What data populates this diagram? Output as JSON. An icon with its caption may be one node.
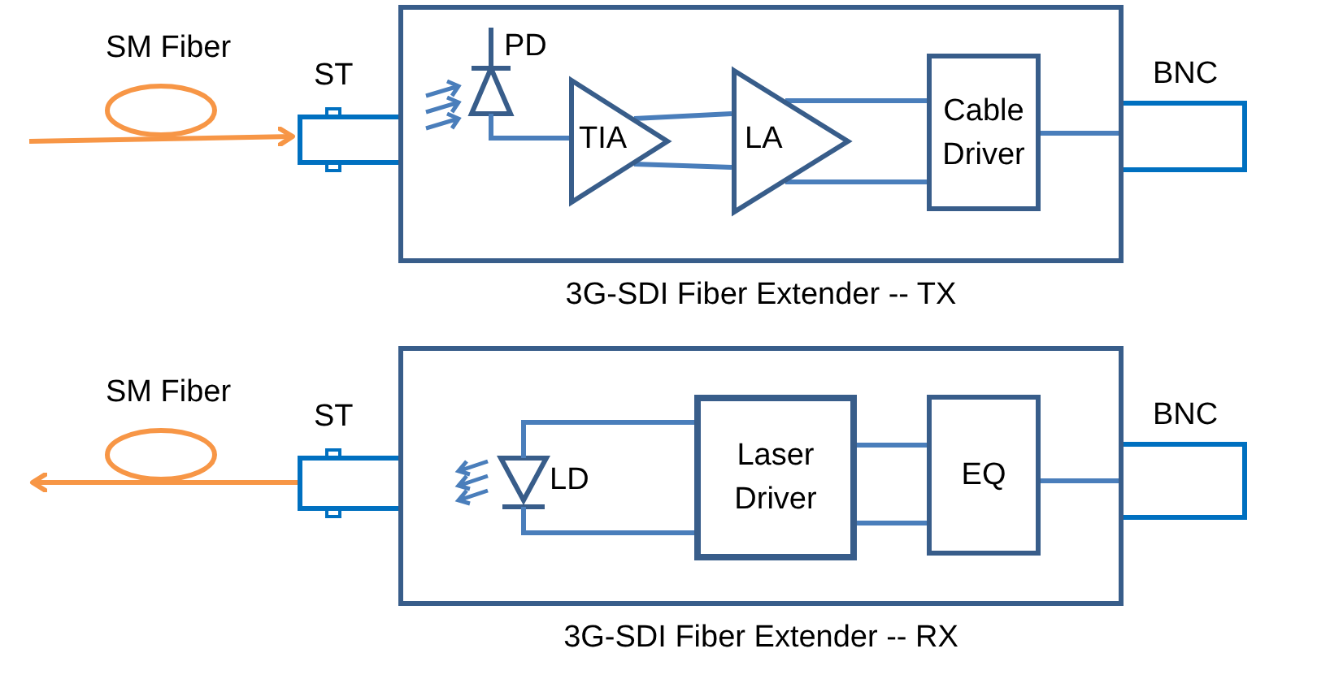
{
  "diagram": {
    "nodes": [
      {
        "text": [
          "3G-SDI Fiber Extender -- TX"
        ]
      },
      {
        "text": [
          "PD"
        ],
        "in": 0
      },
      {
        "text": [
          "TIA"
        ],
        "in": 0
      },
      {
        "text": [
          "LA"
        ],
        "in": 0
      },
      {
        "text": [
          "Cable Driver"
        ],
        "in": 0
      },
      {
        "text": [
          "ST"
        ]
      },
      {
        "text": [
          "BNC"
        ]
      },
      {
        "text": [
          "3G-SDI Fiber Extender -- RX"
        ]
      },
      {
        "text": [
          "LD"
        ],
        "in": 7
      },
      {
        "text": [
          "Laser Driver"
        ],
        "in": 7
      },
      {
        "text": [
          "EQ"
        ],
        "in": 7
      },
      {
        "text": [
          "ST"
        ]
      },
      {
        "text": [
          "BNC"
        ]
      }
    ],
    "edges": [
      {
        "from": null,
        "to": 5,
        "arrow": "to",
        "color": "#f79646"
      },
      {
        "from": 1,
        "to": 2,
        "arrow": "none"
      },
      {
        "from": 2,
        "to": 3,
        "arrow": "none"
      },
      {
        "from": 2,
        "to": 3,
        "arrow": "none"
      },
      {
        "from": 3,
        "to": 4,
        "arrow": "none"
      },
      {
        "from": 3,
        "to": 4,
        "arrow": "none"
      },
      {
        "from": 4,
        "to": 6,
        "arrow": "none"
      },
      {
        "from": 11,
        "to": null,
        "arrow": "to",
        "color": "#f79646"
      },
      {
        "from": 8,
        "to": 9,
        "arrow": "none"
      },
      {
        "from": 8,
        "to": 9,
        "arrow": "none"
      },
      {
        "from": 9,
        "to": 10,
        "arrow": "none"
      },
      {
        "from": 9,
        "to": 10,
        "arrow": "none"
      },
      {
        "from": 10,
        "to": 12,
        "arrow": "none"
      }
    ],
    "labels": [
      "SM Fiber",
      "SM Fiber"
    ]
  }
}
